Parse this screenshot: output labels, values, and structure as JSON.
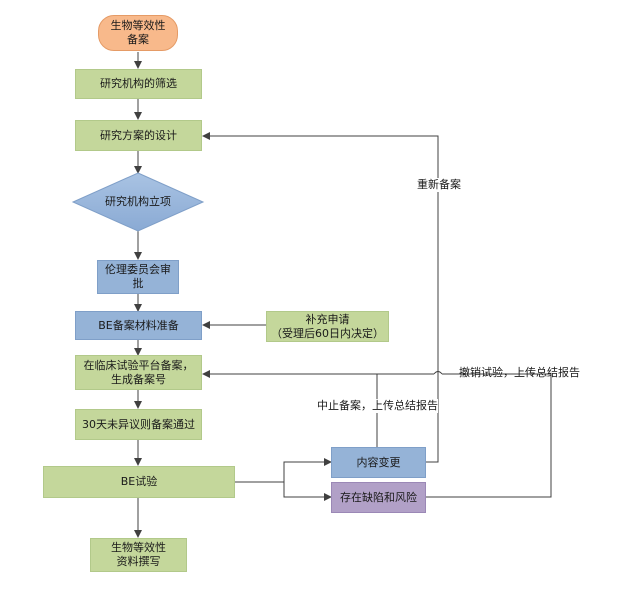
{
  "nodes": {
    "start": "生物等效性\n备案",
    "screening": "研究机构的筛选",
    "design": "研究方案的设计",
    "project": "研究机构立项",
    "ethics": "伦理委员会审\n批",
    "be_prep": "BE备案材料准备",
    "supplement": "补充申请\n（受理后60日内决定）",
    "register": "在临床试验平台备案，\n生成备案号",
    "no_objection": "30天未异议则备案通过",
    "be_trial": "BE试验",
    "content_change": "内容变更",
    "defect_risk": "存在缺陷和风险",
    "end": "生物等效性\n资料撰写"
  },
  "edge_labels": {
    "re_register": "重新备案",
    "withdraw": "撤销试验，上传总结报告",
    "suspend": "中止备案，上传总结报告"
  },
  "colors": {
    "start_fill": "#f8b98b",
    "step_fill": "#c4d79b",
    "key_step_fill": "#95b3d7",
    "risk_fill": "#b1a0c7",
    "connector": "#404040"
  }
}
